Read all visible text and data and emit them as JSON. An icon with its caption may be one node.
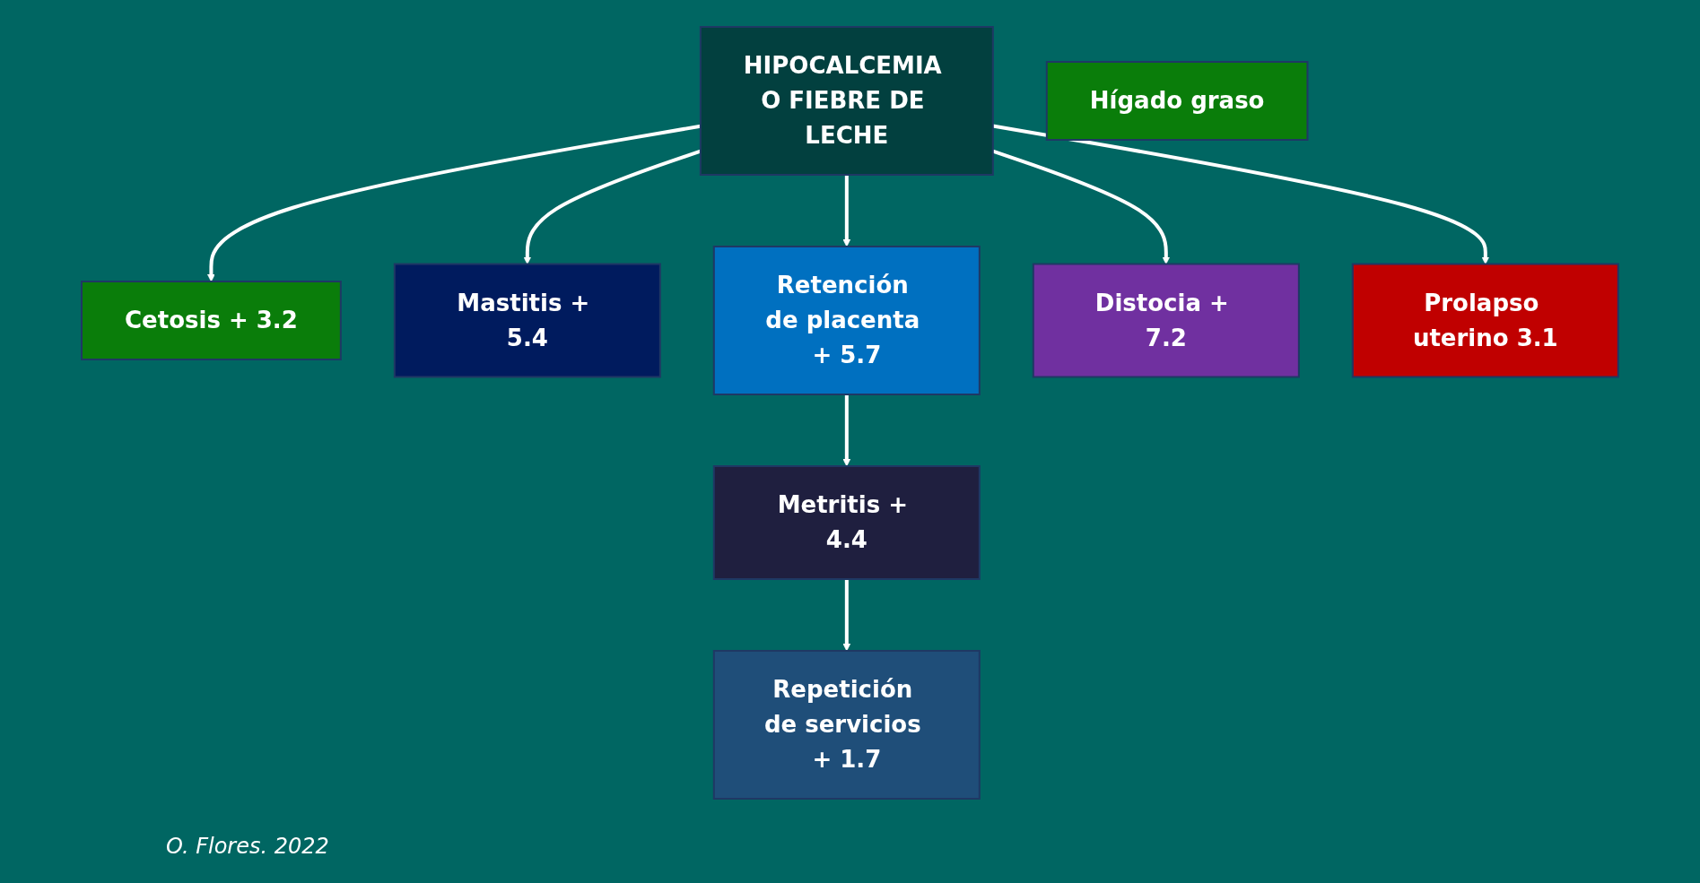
{
  "diagram": {
    "caption": "O. Flores. 2022",
    "nodes": [
      {
        "text": [
          "HIPOCALCEMIA O FIEBRE DE LECHE"
        ]
      },
      {
        "text": [
          "Cetosis + 3.2"
        ]
      },
      {
        "text": [
          "Hígado graso"
        ]
      },
      {
        "text": [
          "Mastitis + 5.4"
        ]
      },
      {
        "text": [
          "Retención de placenta + 5.7"
        ]
      },
      {
        "text": [
          "Distocia + 7.2"
        ]
      },
      {
        "text": [
          "Metritis + 4.4"
        ]
      },
      {
        "text": [
          "Prolapso uterino 3.1"
        ]
      },
      {
        "text": [
          "Repetición de servicios + 1.7"
        ]
      }
    ],
    "edges": [
      {
        "from": 0,
        "to": 1,
        "arrow": "to"
      },
      {
        "from": 0,
        "to": 3,
        "arrow": "to"
      },
      {
        "from": 0,
        "to": 5,
        "arrow": "to"
      },
      {
        "from": 0,
        "to": 7,
        "arrow": "to"
      },
      {
        "from": 0,
        "to": 4,
        "arrow": "to"
      },
      {
        "from": 4,
        "to": 6,
        "arrow": "to"
      },
      {
        "from": 6,
        "to": 8,
        "arrow": "to"
      }
    ]
  }
}
